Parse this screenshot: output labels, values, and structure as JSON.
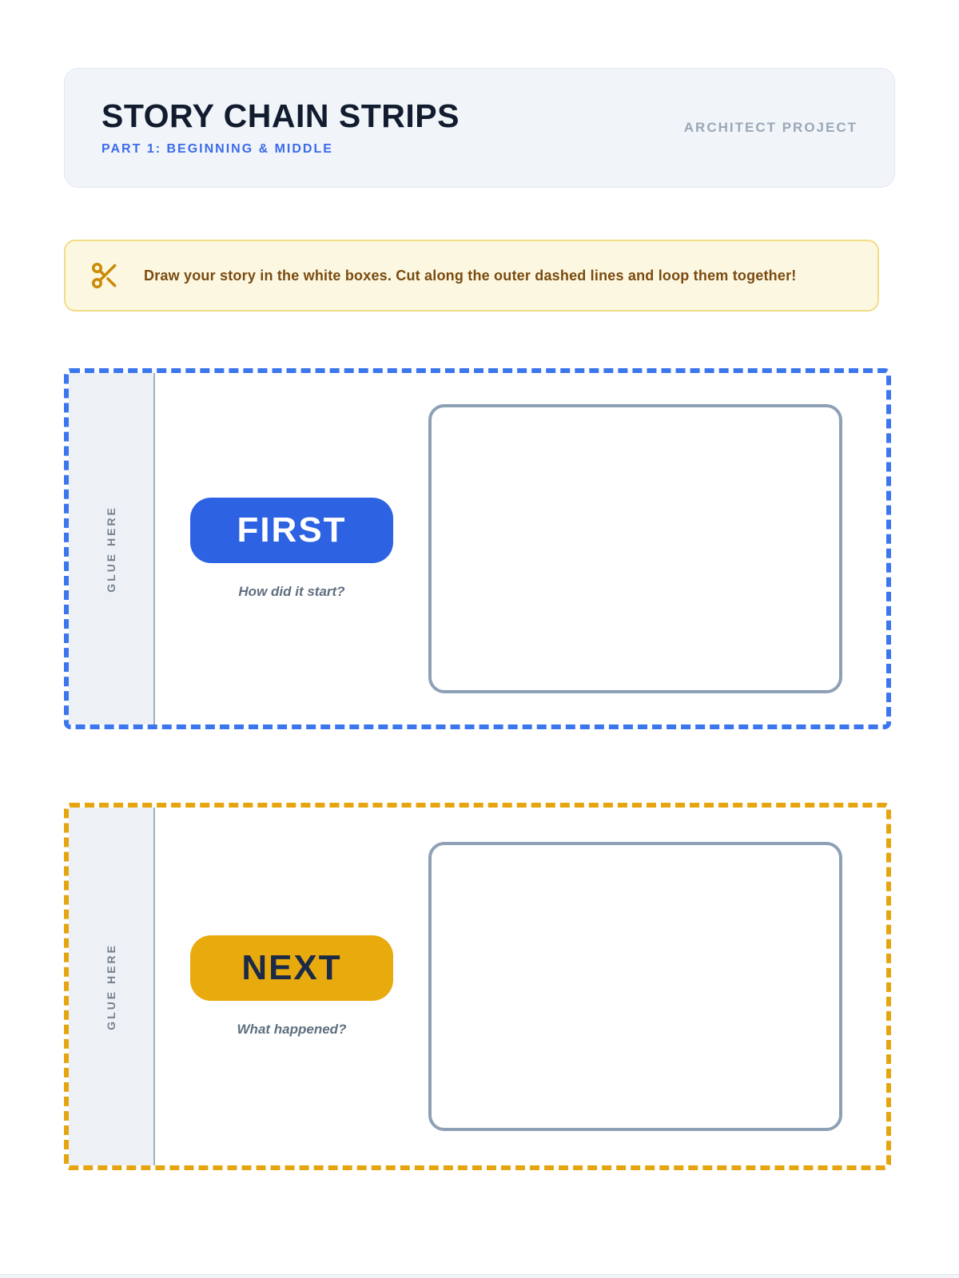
{
  "header": {
    "title": "STORY CHAIN STRIPS",
    "subtitle": "PART 1: BEGINNING & MIDDLE",
    "project_label": "ARCHITECT PROJECT"
  },
  "instructions": {
    "icon": "scissors-icon",
    "text": "Draw your story in the white boxes. Cut along the outer dashed lines and loop them together!"
  },
  "strips": [
    {
      "glue_label": "GLUE HERE",
      "badge_label": "FIRST",
      "caption": "How did it start?",
      "badge_color": "#2d62e2",
      "badge_text_color": "#ffffff",
      "dash_color": "#3b76ee"
    },
    {
      "glue_label": "GLUE HERE",
      "badge_label": "NEXT",
      "caption": "What happened?",
      "badge_color": "#e9aa0e",
      "badge_text_color": "#1b2a46",
      "dash_color": "#e5a50f"
    }
  ],
  "colors": {
    "page_background": "#ffffff",
    "header_card_background": "#f1f5f9",
    "header_card_border": "#e2e8f0",
    "title_text": "#121c2f",
    "subtitle_text": "#3b6be8",
    "project_label_text": "#9aa7b8",
    "banner_background": "#fcf7e1",
    "banner_border": "#f1dc85",
    "banner_text": "#7a4b10",
    "scissors_icon": "#ca8a04",
    "glue_area_background": "#edf1f6",
    "glue_divider": "#a3b0bf",
    "glue_label_text": "#76828f",
    "caption_text": "#5f6f80",
    "draw_box_border": "#8da0b5"
  }
}
